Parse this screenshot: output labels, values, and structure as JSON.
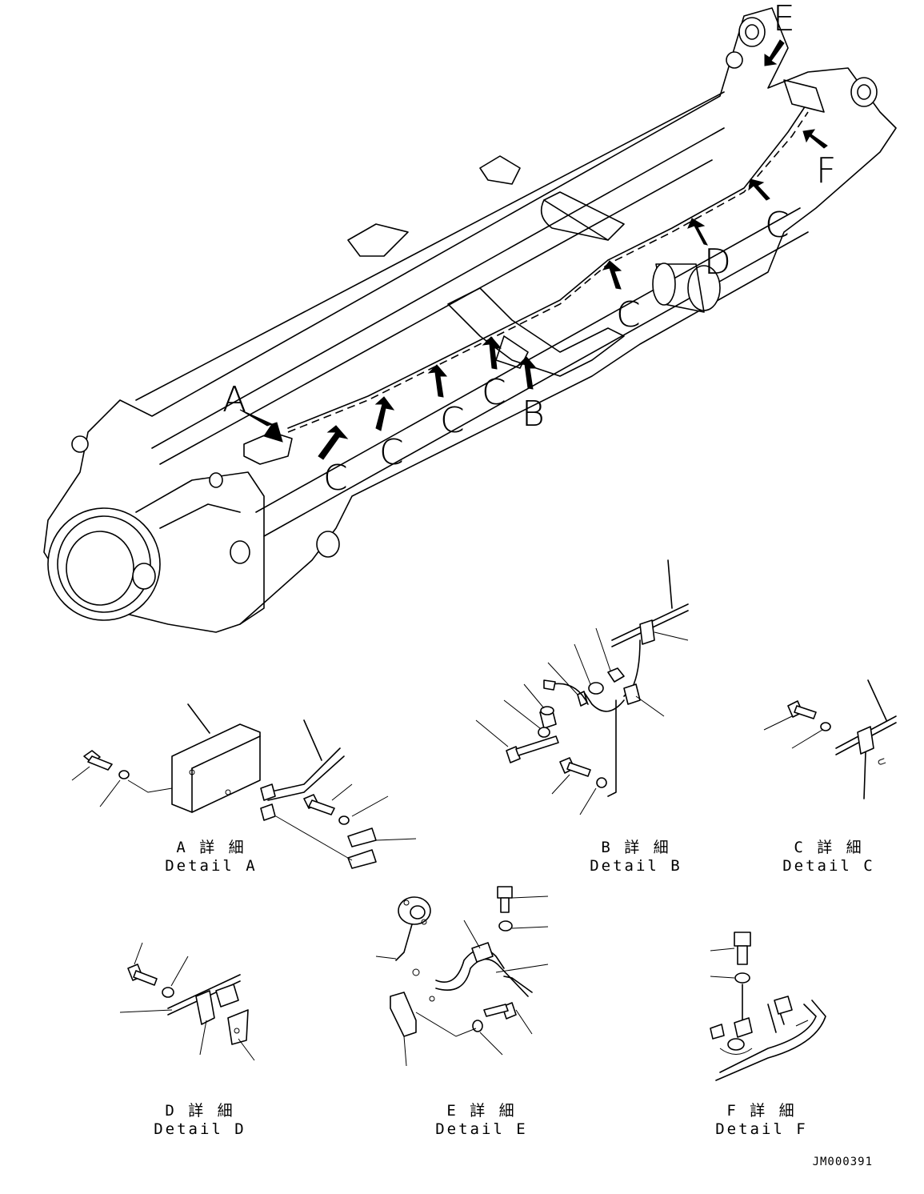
{
  "main_view": {
    "callouts": [
      "A",
      "B",
      "C",
      "D",
      "E",
      "F"
    ]
  },
  "details": [
    {
      "id": "A",
      "jp": "A 詳 細",
      "en": "Detail A"
    },
    {
      "id": "B",
      "jp": "B 詳 細",
      "en": "Detail B"
    },
    {
      "id": "C",
      "jp": "C 詳 細",
      "en": "Detail C"
    },
    {
      "id": "D",
      "jp": "D 詳 細",
      "en": "Detail D"
    },
    {
      "id": "E",
      "jp": "E 詳 細",
      "en": "Detail E"
    },
    {
      "id": "F",
      "jp": "F 詳 細",
      "en": "Detail F"
    }
  ],
  "drawing_number": "JM000391"
}
